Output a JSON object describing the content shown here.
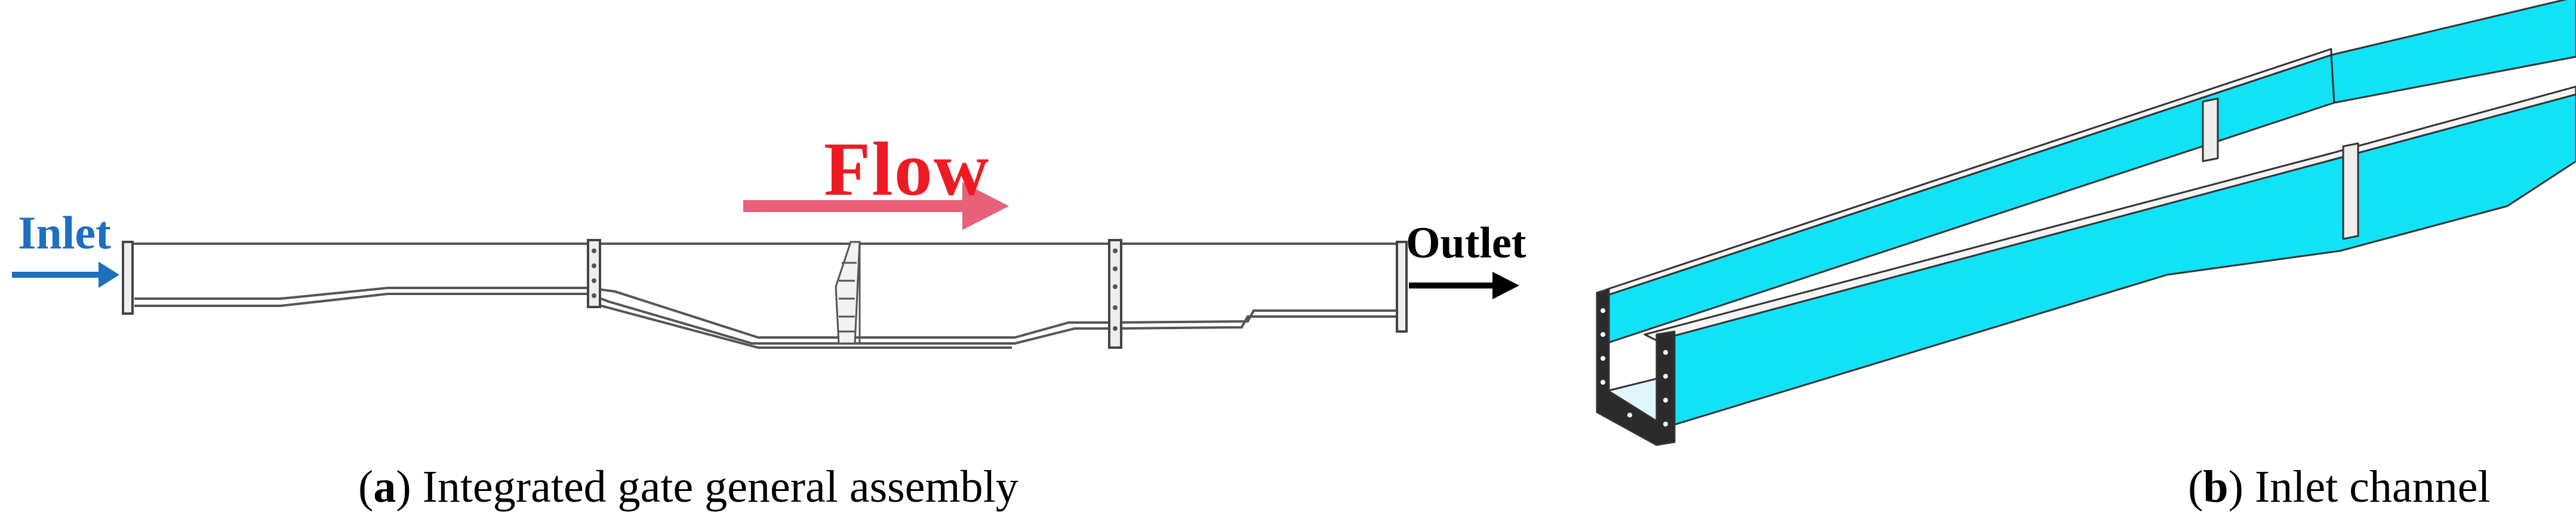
{
  "panel_a": {
    "labels": {
      "inlet": "Inlet",
      "flow": "Flow",
      "outlet": "Outlet"
    },
    "caption": {
      "open": "(",
      "letter": "a",
      "close": ")",
      "text": " Integrated gate general assembly"
    }
  },
  "panel_b": {
    "caption": {
      "open": "(",
      "letter": "b",
      "close": ")",
      "text": " Inlet channel"
    }
  },
  "colors": {
    "inlet_arrow": "#1d6fc0",
    "flow_arrow": "#e96079",
    "flow_text": "#ee1b24",
    "outlet_arrow": "#000000",
    "channel_fill": "#12e2f6",
    "outline": "#444444"
  }
}
